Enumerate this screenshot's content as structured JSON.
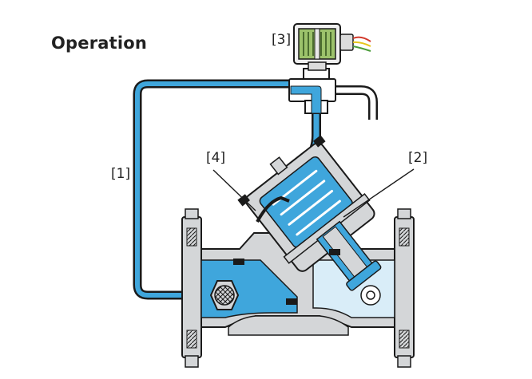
{
  "heading": "Operation",
  "callouts": {
    "control_tube": "[1]",
    "control_chamber": "[2]",
    "solenoid": "[3]",
    "diaphragm": "[4]"
  },
  "colors": {
    "water_pressurized": "#3fa6dc",
    "water_light": "#d9edf8",
    "body_grey": "#d4d6d8",
    "outline": "#1a1a1a",
    "solenoid_coil": "#9cc26b",
    "wire_red": "#d33a2c",
    "wire_yellow": "#e7c51c",
    "wire_green": "#4b9c3a"
  }
}
